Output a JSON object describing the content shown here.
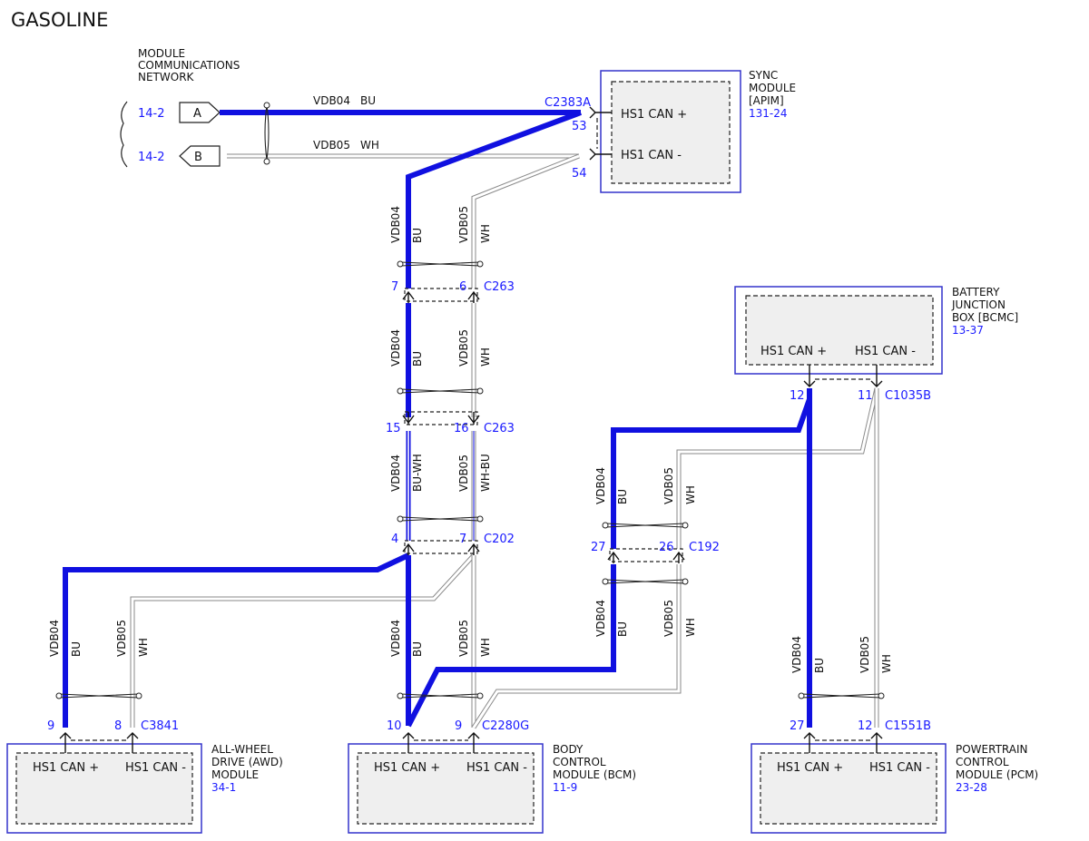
{
  "title": "GASOLINE",
  "network": {
    "label": [
      "MODULE",
      "COMMUNICATIONS",
      "NETWORK"
    ],
    "connectors": [
      {
        "letter": "A",
        "ref": "14-2",
        "circuit": "VDB04",
        "color": "BU"
      },
      {
        "letter": "B",
        "ref": "14-2",
        "circuit": "VDB05",
        "color": "WH"
      }
    ]
  },
  "modules": {
    "sync": {
      "name": [
        "SYNC",
        "MODULE",
        "[APIM]"
      ],
      "ref": "131-24",
      "pin_plus": "HS1 CAN +",
      "pin_minus": "HS1 CAN -",
      "connector": "C2383A",
      "pins": [
        "53",
        "54"
      ]
    },
    "bcmc": {
      "name": [
        "BATTERY",
        "JUNCTION",
        "BOX [BCMC]"
      ],
      "ref": "13-37",
      "pin_plus": "HS1 CAN +",
      "pin_minus": "HS1 CAN -",
      "connector": "C1035B",
      "pins": [
        "12",
        "11"
      ]
    },
    "awd": {
      "name": [
        "ALL-WHEEL",
        "DRIVE (AWD)",
        "MODULE"
      ],
      "ref": "34-1",
      "pin_plus": "HS1 CAN +",
      "pin_minus": "HS1 CAN -",
      "connector": "C3841",
      "pins": [
        "9",
        "8"
      ]
    },
    "bcm": {
      "name": [
        "BODY",
        "CONTROL",
        "MODULE (BCM)"
      ],
      "ref": "11-9",
      "pin_plus": "HS1 CAN +",
      "pin_minus": "HS1 CAN -",
      "connector": "C2280G",
      "pins": [
        "10",
        "9"
      ]
    },
    "pcm": {
      "name": [
        "POWERTRAIN",
        "CONTROL",
        "MODULE (PCM)"
      ],
      "ref": "23-28",
      "pin_plus": "HS1 CAN +",
      "pin_minus": "HS1 CAN -",
      "connector": "C1551B",
      "pins": [
        "27",
        "12"
      ]
    }
  },
  "inline_connectors": {
    "c263_a": {
      "name": "C263",
      "pins": [
        "7",
        "6"
      ]
    },
    "c263_b": {
      "name": "C263",
      "pins": [
        "15",
        "16"
      ]
    },
    "c202": {
      "name": "C202",
      "pins": [
        "4",
        "7"
      ]
    },
    "c192": {
      "name": "C192",
      "pins": [
        "27",
        "26"
      ]
    }
  },
  "circuits": {
    "can_high": "VDB04",
    "can_low": "VDB05",
    "bu": "BU",
    "wh": "WH",
    "bu_wh": "BU-WH",
    "wh_bu": "WH-BU"
  }
}
